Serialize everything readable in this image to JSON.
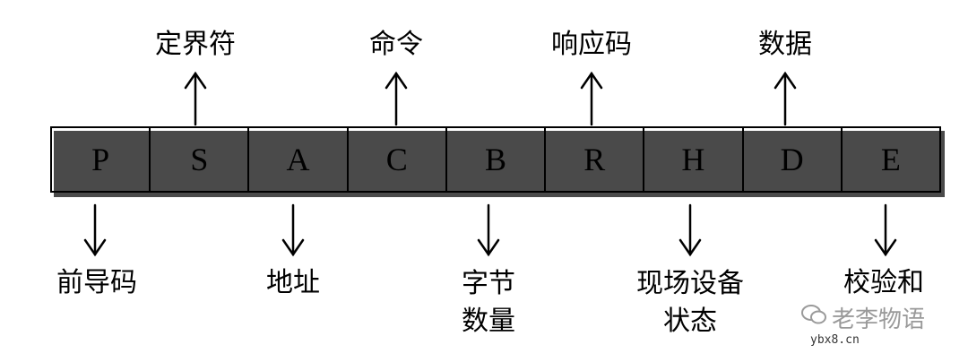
{
  "cells": [
    "P",
    "S",
    "A",
    "C",
    "B",
    "R",
    "H",
    "D",
    "E"
  ],
  "top_labels": [
    {
      "text": "定界符",
      "cell": 1
    },
    {
      "text": "命令",
      "cell": 3
    },
    {
      "text": "响应码",
      "cell": 5
    },
    {
      "text": "数据",
      "cell": 7
    }
  ],
  "bottom_labels": [
    {
      "lines": [
        "前导码"
      ],
      "cell": 0
    },
    {
      "lines": [
        "地址"
      ],
      "cell": 2
    },
    {
      "lines": [
        "字节",
        "数量"
      ],
      "cell": 4
    },
    {
      "lines": [
        "现场设备",
        "状态"
      ],
      "cell": 6
    },
    {
      "lines": [
        "校验和"
      ],
      "cell": 8
    }
  ],
  "watermark": {
    "text": "老李物语",
    "site": "ybx8.cn"
  }
}
